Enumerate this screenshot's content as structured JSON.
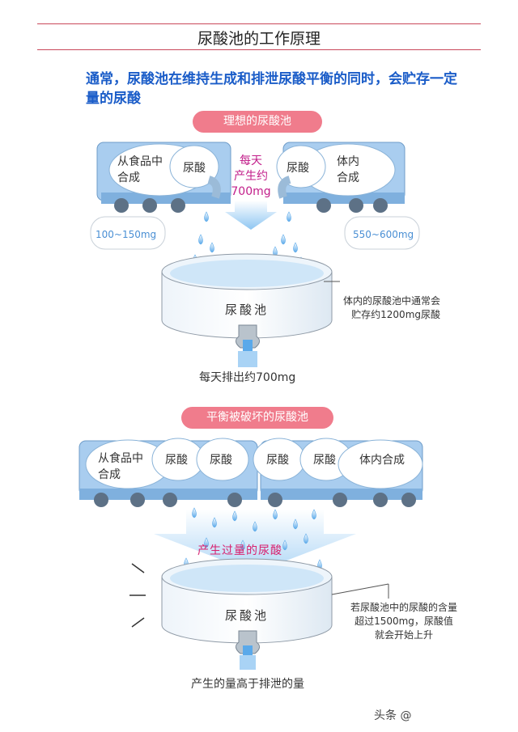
{
  "page": {
    "title": "尿酸池的工作原理",
    "intro": "通常，尿酸池在维持生成和排泄尿酸平衡的同时，会贮存一定量的尿酸"
  },
  "ideal": {
    "label": "理想的尿酸池",
    "left_truck_text": "从食品中\n合成",
    "left_tank": "尿酸",
    "right_tank": "尿酸",
    "right_truck_text": "体内\n合成",
    "daily_production": "每天\n产生约\n700mg",
    "left_range": "100~150mg",
    "right_range": "550~600mg",
    "pool_label": "尿酸池",
    "pool_note": "体内的尿酸池中通常会\n贮存约1200mg尿酸",
    "excretion": "每天排出约700mg"
  },
  "broken": {
    "label": "平衡被破坏的尿酸池",
    "left_truck_text": "从食品中\n合成",
    "tanks": [
      "尿酸",
      "尿酸",
      "尿酸",
      "尿酸"
    ],
    "right_truck_text": "体内合成",
    "overproduction": "产生过量的尿酸",
    "pool_label": "尿酸池",
    "pool_note": "若尿酸池中的尿酸的含量\n超过1500mg，尿酸值\n就会开始上升",
    "caption": "产生的量高于排泄的量"
  },
  "watermark": "头条 @",
  "colors": {
    "accent_red": "#c9485a",
    "pill": "#f07c8c",
    "intro_blue": "#1a5cc8",
    "magenta": "#c21e8a",
    "truck_blue": "#a9cdef"
  }
}
